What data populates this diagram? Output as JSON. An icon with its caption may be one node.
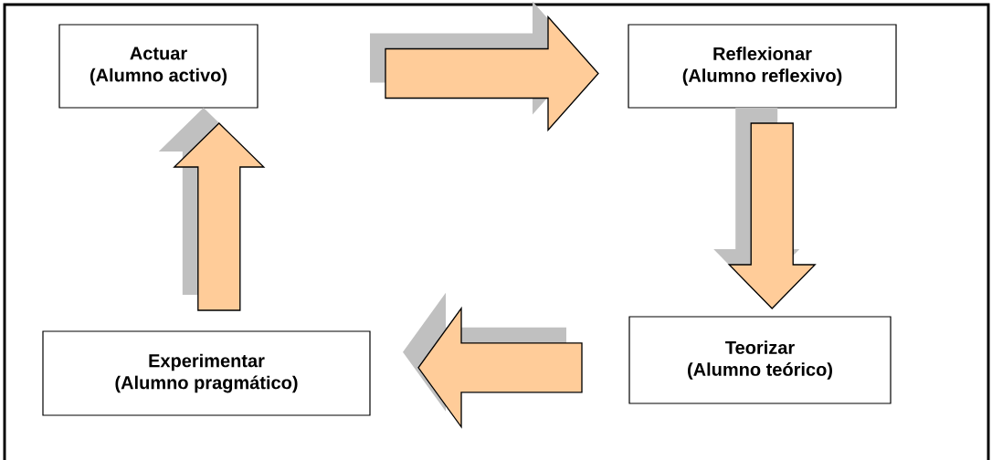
{
  "diagram": {
    "nodes": [
      {
        "text": [
          "Actuar",
          "(Alumno activo)"
        ]
      },
      {
        "text": [
          "Reflexionar",
          "(Alumno reflexivo)"
        ]
      },
      {
        "text": [
          "Teorizar",
          "(Alumno teórico)"
        ]
      },
      {
        "text": [
          "Experimentar",
          "(Alumno pragmático)"
        ]
      }
    ],
    "edges": [
      {
        "from": 0,
        "to": 1,
        "arrow": "to"
      },
      {
        "from": 1,
        "to": 2,
        "arrow": "to"
      },
      {
        "from": 2,
        "to": 3,
        "arrow": "to"
      },
      {
        "from": 3,
        "to": 0,
        "arrow": "to"
      }
    ]
  }
}
